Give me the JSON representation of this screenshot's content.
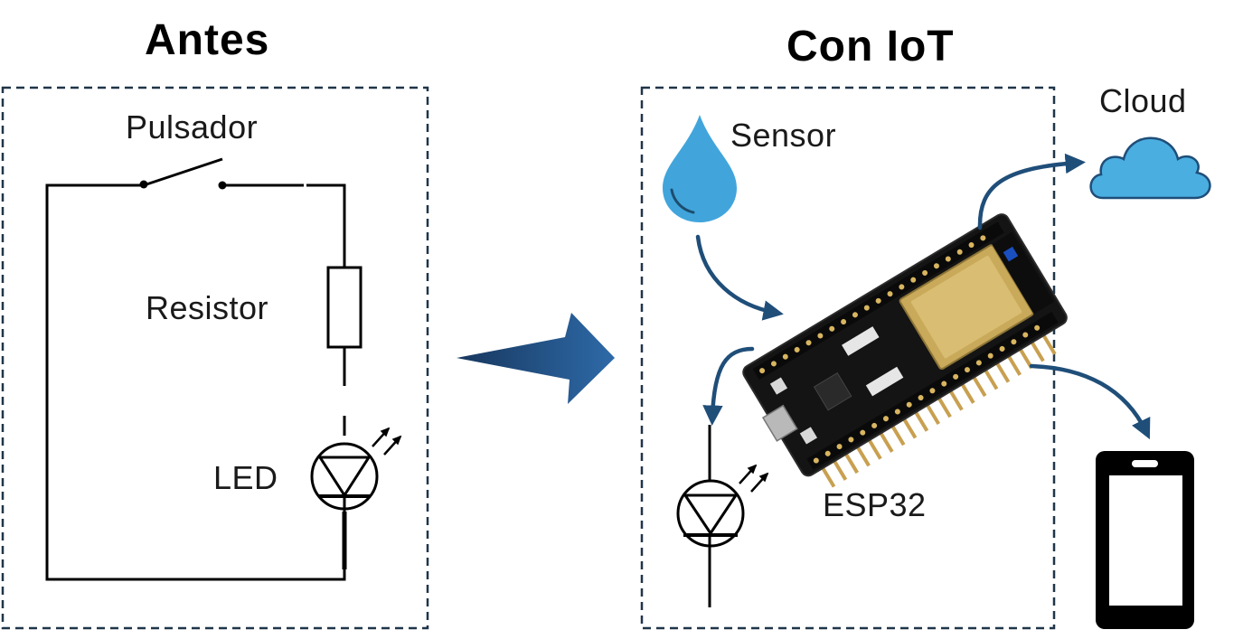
{
  "left_panel": {
    "title": "Antes",
    "labels": {
      "switch": "Pulsador",
      "resistor": "Resistor",
      "led": "LED"
    }
  },
  "right_panel": {
    "title": "Con IoT",
    "labels": {
      "sensor": "Sensor",
      "board": "ESP32",
      "cloud": "Cloud"
    }
  },
  "colors": {
    "arrow": "#1f4e79",
    "arrow_light": "#2e75b6",
    "water_drop": "#41a5dc",
    "cloud_fill": "#4aaee0",
    "board": "#141414",
    "chip": "#c9a95a",
    "phone": "#000000"
  },
  "icons": [
    "water-drop-icon",
    "cloud-icon",
    "smartphone-icon",
    "esp32-board-icon",
    "led-icon"
  ]
}
